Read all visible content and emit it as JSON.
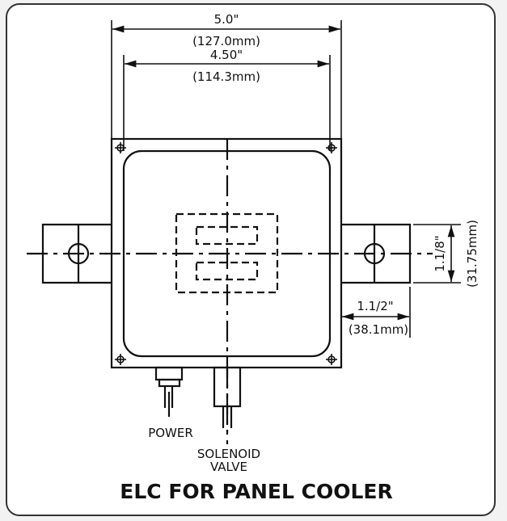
{
  "title": "ELC FOR PANEL COOLER",
  "dimensions": {
    "overall_width": {
      "inch": "5.0\"",
      "mm": "(127.0mm)"
    },
    "mounting_width": {
      "inch": "4.50\"",
      "mm": "(114.3mm)"
    },
    "bracket_height": {
      "inch": "1.1/8\"",
      "mm": "(31.75mm)"
    },
    "bracket_length": {
      "inch": "1.1/2\"",
      "mm": "(38.1mm)"
    }
  },
  "labels": {
    "power": "POWER",
    "solenoid_line1": "SOLENOID",
    "solenoid_line2": "VALVE"
  },
  "colors": {
    "line": "#111111",
    "background": "#ffffff",
    "frame": "#333333"
  }
}
